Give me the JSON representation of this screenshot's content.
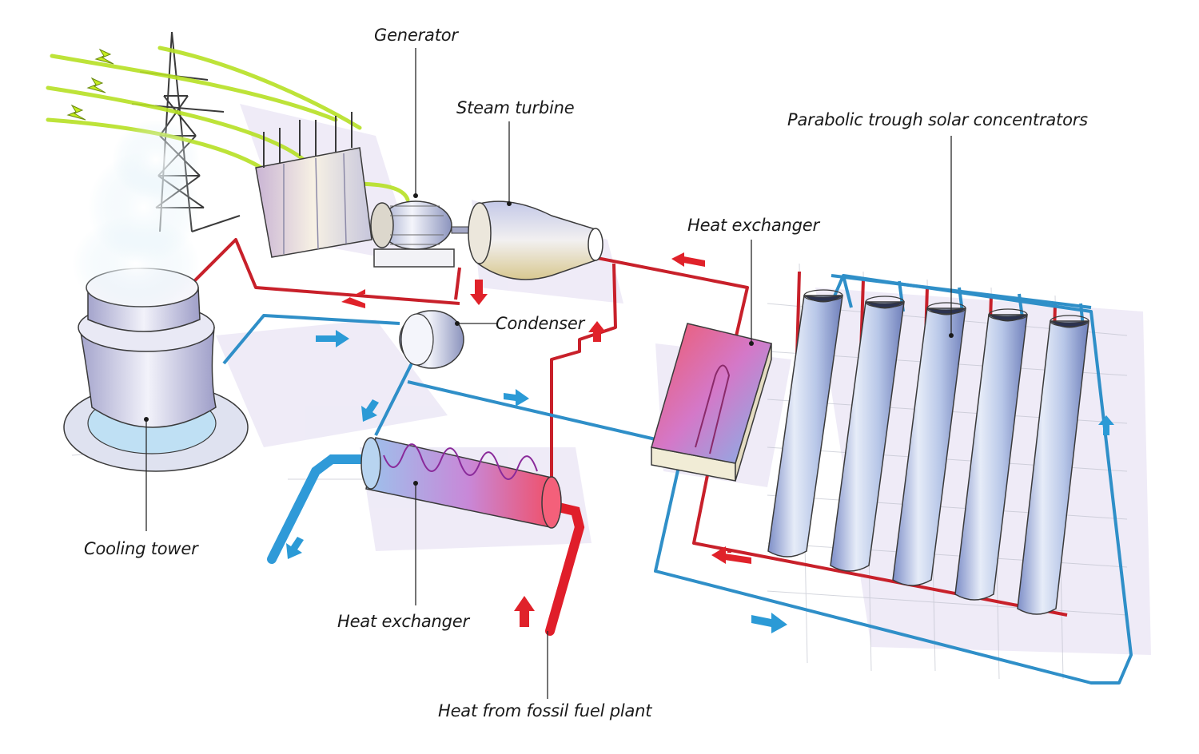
{
  "labels": {
    "generator": "Generator",
    "steam_turbine": "Steam turbine",
    "parabolic_trough": "Parabolic trough solar concentrators",
    "heat_exchanger_solar": "Heat exchanger",
    "condenser": "Condenser",
    "cooling_tower": "Cooling tower",
    "heat_exchanger_fossil": "Heat exchanger",
    "heat_from_fossil": "Heat from fossil fuel plant"
  },
  "colors": {
    "hot_pipe": "#c8202a",
    "cold_pipe": "#2f8fc8",
    "hot_arrow": "#e0222a",
    "cold_arrow": "#2b9ad6",
    "lightning": "#b6e024",
    "steel": "#c9cde0",
    "shadow": "#ece8f6"
  },
  "components": {
    "power_lines": "transmission-tower",
    "trough_count": 5
  }
}
